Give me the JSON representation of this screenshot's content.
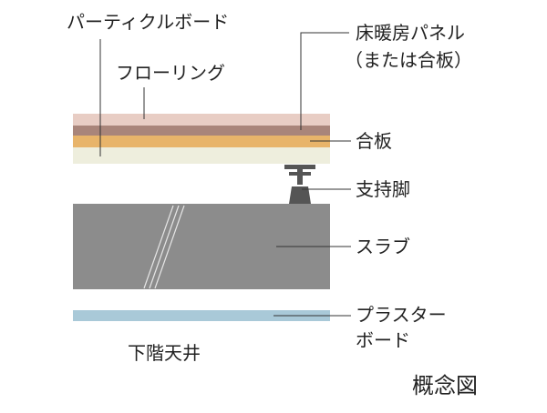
{
  "labels": {
    "particle_board": "パーティクルボード",
    "flooring": "フローリング",
    "floor_heating_panel_line1": "床暖房パネル",
    "floor_heating_panel_line2": "（または合板）",
    "plywood": "合板",
    "support_leg": "支持脚",
    "slab": "スラブ",
    "plasterboard_line1": "プラスター",
    "plasterboard_line2": "ボード",
    "lower_ceiling": "下階天井",
    "concept_diagram": "概念図"
  },
  "colors": {
    "flooring": "#e8cdc4",
    "heating_panel": "#a9857a",
    "plywood": "#e8b46a",
    "particle_board": "#eeeedd",
    "slab": "#8c8c8c",
    "plasterboard": "#a9c9d8",
    "leader": "#333333",
    "support_leg": "#555555"
  }
}
